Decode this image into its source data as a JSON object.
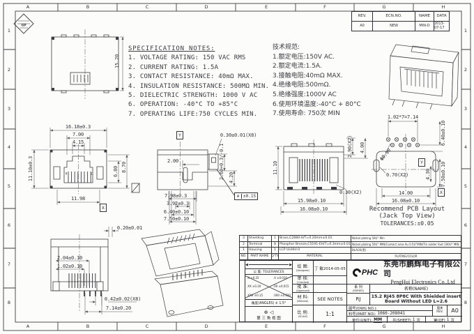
{
  "sheet": {
    "cols": [
      "A",
      "B",
      "C",
      "D",
      "E",
      "F",
      "G",
      "H"
    ],
    "rows": [
      "1",
      "2",
      "3",
      "4",
      "5",
      "6",
      "7",
      "8"
    ],
    "badge": "GP"
  },
  "rev_table": {
    "h_rev": "REV.",
    "h_ecn": "ECN.NO.",
    "h_name": "NAME",
    "h_date": "DATA",
    "rev": "A0",
    "ecn": "NEW",
    "name": "MIN-D",
    "date": "2013-07-17"
  },
  "spec": {
    "title": "SPECIFICATION NOTES:",
    "lines": [
      "1. VOLTAGE RATING: 150 VAC RMS",
      "2. CURRENT RATING: 1.5A",
      "3. CONTACT RESISTANCE: 40mΩ MAX.",
      "4. INSULATION RESISTANCE: 500MΩ MIN.",
      "5. DIELECTRIC STRENGTH: 1000 V AC",
      "6. OPERATION: -40°C TO +85°C",
      "7. OPERATING LIFE:750 CYCLES MIN."
    ]
  },
  "cn": {
    "title": "技术规范:",
    "lines": [
      "1.额定电压:150V AC.",
      "2.额定电流:1.5A.",
      "3.接触电阻:40mΩ MAX.",
      "4.绝缘电阻:500mΩ.",
      "5.绝缘强度:1000V AC",
      "6.使用环境温度:-40°C + 80°C",
      "7.使用寿命: 750次 MIN"
    ]
  },
  "dims": {
    "tv_h": "15.20",
    "fv_w": "16.18±0.3",
    "fv_700": "7.00",
    "fv_415": "4.15",
    "fv_h": "11.10±0.3",
    "fv_680": "6.80",
    "fv_870": "8.70",
    "fv_1198": "11.98",
    "fv_p8": "8",
    "fv_p1": "1",
    "sv_200": "2.00",
    "sv_030": "0.30±0.01(X8)",
    "sv_260": "2.60+0.3/-0.1",
    "sv_420": "4.20",
    "sv_flag": "±0.15",
    "flag_sym": "⊕",
    "sv_798": "7.98±0.3",
    "sv_392": "3.92±0.3",
    "sv_640": "6.40±0.10",
    "sv_750": "7.50±0.10",
    "rv_h": "11.10",
    "rv_290": "2.90(X2)",
    "rv_400": "4.00",
    "rv_030": "0.30(X2)",
    "rv_1598": "15.98±0.10",
    "rv_1608": "16.08±0.10",
    "pcb_pitch": "1.02*7=7.14",
    "pcb_640": "6.40±0.10",
    "pcb_090": "Φ0.90",
    "pcb_070": "0.70(X2)",
    "pcb_430": "4.30",
    "pcb_750": "7.50±0.10",
    "pcb_1400": "14.00",
    "pcb_1608": "16.08±0.10",
    "bl_020": "0.20±0.01",
    "bl_204": "2.04±0.10",
    "bl_102": "1.02±0.10",
    "bl_042": "0.42±0.02(X8)",
    "bl_714": "7.14±0.20",
    "sym_x": "X",
    "sym_y": "Y"
  },
  "pcb_caption": {
    "line1": "Recommend PCB Layout",
    "line2": "(Jack Top View)",
    "line3": "TOLERANCES:±0.05"
  },
  "materials": {
    "headers": [
      "NO.",
      "PART NAME",
      "Q'TY",
      "MATERIAL",
      "PLATING/COLOR"
    ],
    "rows": [
      [
        "3",
        "Shielding",
        "1",
        "Brass,C2680-H/T=0.20mm±0.01",
        "Nickel plating 50U\" Min"
      ],
      [
        "2",
        "Terminal",
        "8",
        "Phosphor Bronze,C5191-EH/T=0.3mm±0.01",
        "Nickel plating 50U\" MIN/Contact area Au 0.5U\"MIN/Tin solder foot 100U\" MIN"
      ],
      [
        "1",
        "Housing",
        "1",
        "LCP UL94V-0",
        "BLACK(黑)"
      ]
    ]
  },
  "tb": {
    "tol_title": "公 差: TOLERANCES",
    "tol": [
      ".X ±0.25",
      ".XX ±0.20",
      ".XXX ±0.15",
      ".0 ±0.010",
      ".00 ±0.015",
      ".000 ±0.020"
    ],
    "angles": "角度(ANGLES) ± 1.5°",
    "third_angle": "第 三 角 视 图",
    "third_angle_icons": "⊕ ◁",
    "designed_label": "绘 图:",
    "designed_sub": "(Designed)",
    "designed_value": "丁 敏2014-05-05",
    "checked_label": "审 核:",
    "checked_sub": "(Checked)",
    "checked_value": "",
    "approved_label": "批 准:",
    "approved_sub": "(Approved)",
    "approved_value": "",
    "material_label": "材 料:",
    "material_sub": "(Material)",
    "material_value": "SEE NOTES",
    "scale_label": "比 例:",
    "scale_sub": "(SCALE)",
    "scale_value": "1:1",
    "logo": "PHC",
    "company_cn": "东莞市鹏辉电子有限公司",
    "company_en": "PengHui Electronics Co.,Ltd",
    "series_label": "系 列",
    "series_sub": "(SERIES)",
    "series_value": "RJ",
    "name_label": "名称(NAME)",
    "pn1": "15.2 RJ45 8P8C With Shielded insert",
    "pn2": "Board Without LED L=2.6",
    "dwg_label": "图号(DWG NO.):",
    "pn_label": "料号(PART NO):",
    "pn_value": "1060-208041",
    "rev_cn": "版本",
    "rev_en": "REV.",
    "rev_value": "A0",
    "unit_label": "单位(UNIT):",
    "unit_value": "MM",
    "sheet_label": "共(SHEET)",
    "sheet_value": "1",
    "page1": "页",
    "of_label": "第(OF)",
    "of_value": "1",
    "page2": "页"
  }
}
